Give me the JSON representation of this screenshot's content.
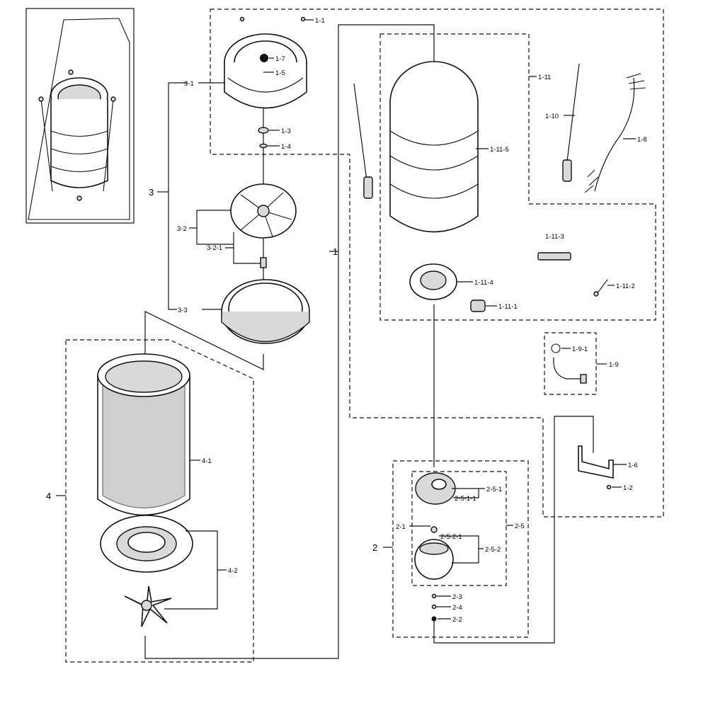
{
  "labels": {
    "l_1_1": "1-1",
    "l_1_7": "1-7",
    "l_1_5": "1-5",
    "l_3_1": "3-1",
    "l_1_3": "1-3",
    "l_1_4": "1-4",
    "l_3": "3",
    "l_3_2": "3-2",
    "l_3_2_1": "3-2-1",
    "l_3_3": "3-3",
    "l_1": "1",
    "l_1_11": "1-11",
    "l_1_10": "1-10",
    "l_1_8": "1-8",
    "l_1_11_5": "1-11-5",
    "l_1_11_3": "1-11-3",
    "l_1_11_4": "1-11-4",
    "l_1_11_1": "1-11-1",
    "l_1_11_2": "1-11-2",
    "l_1_9_1": "1-9-1",
    "l_1_9": "1-9",
    "l_1_6": "1-6",
    "l_1_2": "1-2",
    "l_4": "4",
    "l_4_1": "4-1",
    "l_4_2": "4-2",
    "l_2_5_1": "2-5-1",
    "l_2_5_1_1": "2-5-1-1",
    "l_2_1": "2-1",
    "l_2_5": "2-5",
    "l_2": "2",
    "l_2_5_2_1": "2-5-2-1",
    "l_2_5_2": "2-5-2",
    "l_2_3": "2-3",
    "l_2_4": "2-4",
    "l_2_2": "2-2"
  }
}
